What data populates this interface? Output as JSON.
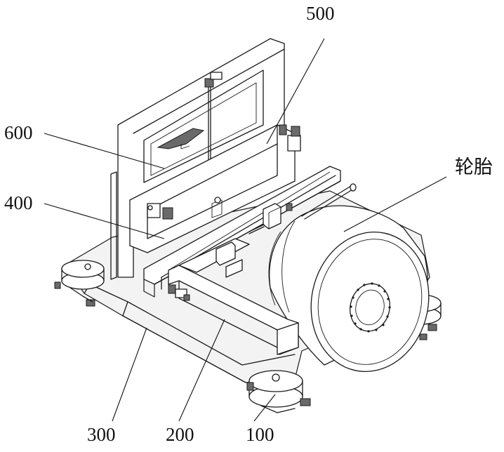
{
  "labels": {
    "l500": "500",
    "l600": "600",
    "l400": "400",
    "tire": "轮胎",
    "l300": "300",
    "l200": "200",
    "l100": "100"
  },
  "colors": {
    "line": "#1a1a1a",
    "fill": "#ffffff",
    "shade": "#f3f3f3",
    "dark": "#6a6a6a"
  }
}
